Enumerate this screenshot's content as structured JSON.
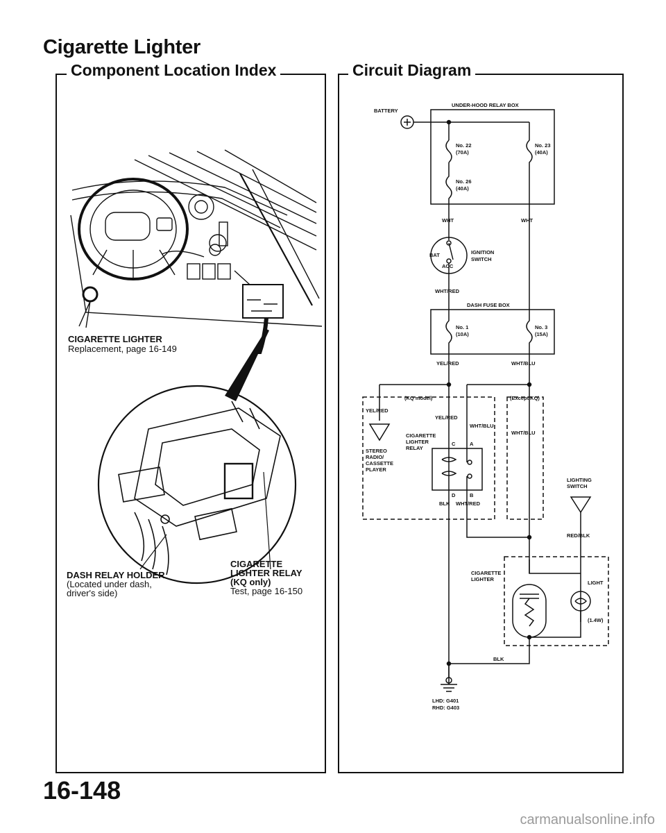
{
  "page": {
    "title": "Cigarette Lighter",
    "page_number": "16-148",
    "watermark": "carmanualsonline.info"
  },
  "left_panel": {
    "heading": "Component Location Index",
    "lighter_label": "CIGARETTE LIGHTER",
    "lighter_ref": "Replacement, page 16-149",
    "relay_holder_label": "DASH RELAY HOLDER",
    "relay_holder_note_1": "(Located under dash,",
    "relay_holder_note_2": "driver's side)",
    "relay_label_1": "CIGARETTE",
    "relay_label_2": "LIGHTER RELAY",
    "relay_label_3": "(KQ only)",
    "relay_ref": "Test, page 16-150"
  },
  "right_panel": {
    "heading": "Circuit Diagram",
    "battery": "BATTERY",
    "underhood_box": "UNDER-HOOD RELAY BOX",
    "fuse_22": "No. 22",
    "fuse_22_rating": "(70A)",
    "fuse_23": "No. 23",
    "fuse_23_rating": "(40A)",
    "fuse_26": "No. 26",
    "fuse_26_rating": "(40A)",
    "wire_wht_left": "WHT",
    "wire_wht_right": "WHT",
    "bat": "BAT",
    "acc": "ACC",
    "ignition_1": "IGNITION",
    "ignition_2": "SWITCH",
    "wire_wht_red": "WHT/RED",
    "dash_fuse_box": "DASH FUSE BOX",
    "fuse_1": "No. 1",
    "fuse_1_rating": "(10A)",
    "fuse_3": "No. 3",
    "fuse_3_rating": "(15A)",
    "wire_yel_red": "YEL/RED",
    "wire_wht_blu": "WHT/BLU",
    "kq_model": "(KQ model)",
    "except_kq": "(Except KQ)",
    "wire_yel_red_2": "YEL/RED",
    "wire_yel_red_3": "YEL/RED",
    "wire_wht_blu_2": "WHT/BLU",
    "wire_wht_blu_3": "WHT/BLU",
    "relay_1": "CIGARETTE",
    "relay_2": "LIGHTER",
    "relay_3": "RELAY",
    "stereo_1": "STEREO",
    "stereo_2": "RADIO/",
    "stereo_3": "CASSETTE",
    "stereo_4": "PLAYER",
    "term_c": "C",
    "term_a": "A",
    "term_d": "D",
    "term_b": "B",
    "wire_blk": "BLK",
    "wire_wht_red_2": "WHT/RED",
    "lighting_1": "LIGHTING",
    "lighting_2": "SWITCH",
    "wire_red_blk": "RED/BLK",
    "cig_1": "CIGARETTE",
    "cig_2": "LIGHTER",
    "light_1": "LIGHT",
    "light_2": "(1.4W)",
    "wire_blk_2": "BLK",
    "ground_1": "LHD: G401",
    "ground_2": "RHD: G403"
  }
}
